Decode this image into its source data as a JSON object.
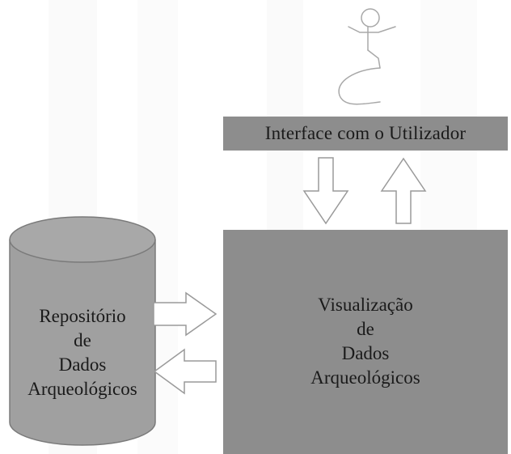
{
  "diagram": {
    "user_interface_label": "Interface com o Utilizador",
    "visualization_label_lines": [
      "Visualização",
      "de",
      "Dados",
      "Arqueológicos"
    ],
    "repository_label_lines": [
      "Repositório",
      "de",
      "Dados",
      "Arqueológicos"
    ]
  },
  "colors": {
    "box_fill": "#8d8d8d",
    "cylinder_fill": "#a0a0a0",
    "arrow_stroke": "#9a9a9a",
    "text": "#1a1a1a"
  },
  "icons": {
    "user": "stick-figure-icon"
  }
}
